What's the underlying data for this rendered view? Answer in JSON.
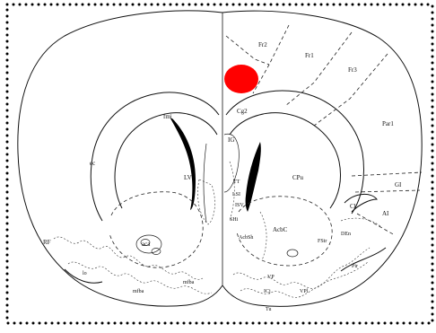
{
  "figure": {
    "marker_color": "#ff0000",
    "regions": {
      "fr2": "Fr2",
      "fr1": "Fr1",
      "fr3": "Fr3",
      "par1": "Par1",
      "cg2": "Cg2",
      "fmi": "fmi",
      "ig": "IG",
      "ec": "ec",
      "lv": "LV",
      "tt": "TT",
      "lsi": "LSI",
      "shv": "ISV",
      "shi": "SHi",
      "cpu": "CPu",
      "gi": "GI",
      "ai": "AI",
      "cl": "Cl",
      "den": "DEn",
      "acbc": "AcbC",
      "acbsh": "AcbSh",
      "fstr": "FStr",
      "aca": "aca",
      "rf": "RF",
      "lo": "lo",
      "mfba_left": "mfba",
      "mfba_center": "mfba",
      "vp": "VP",
      "icj": "ICj",
      "vpl": "VPl",
      "pir": "Pir",
      "tu": "Tu"
    }
  }
}
